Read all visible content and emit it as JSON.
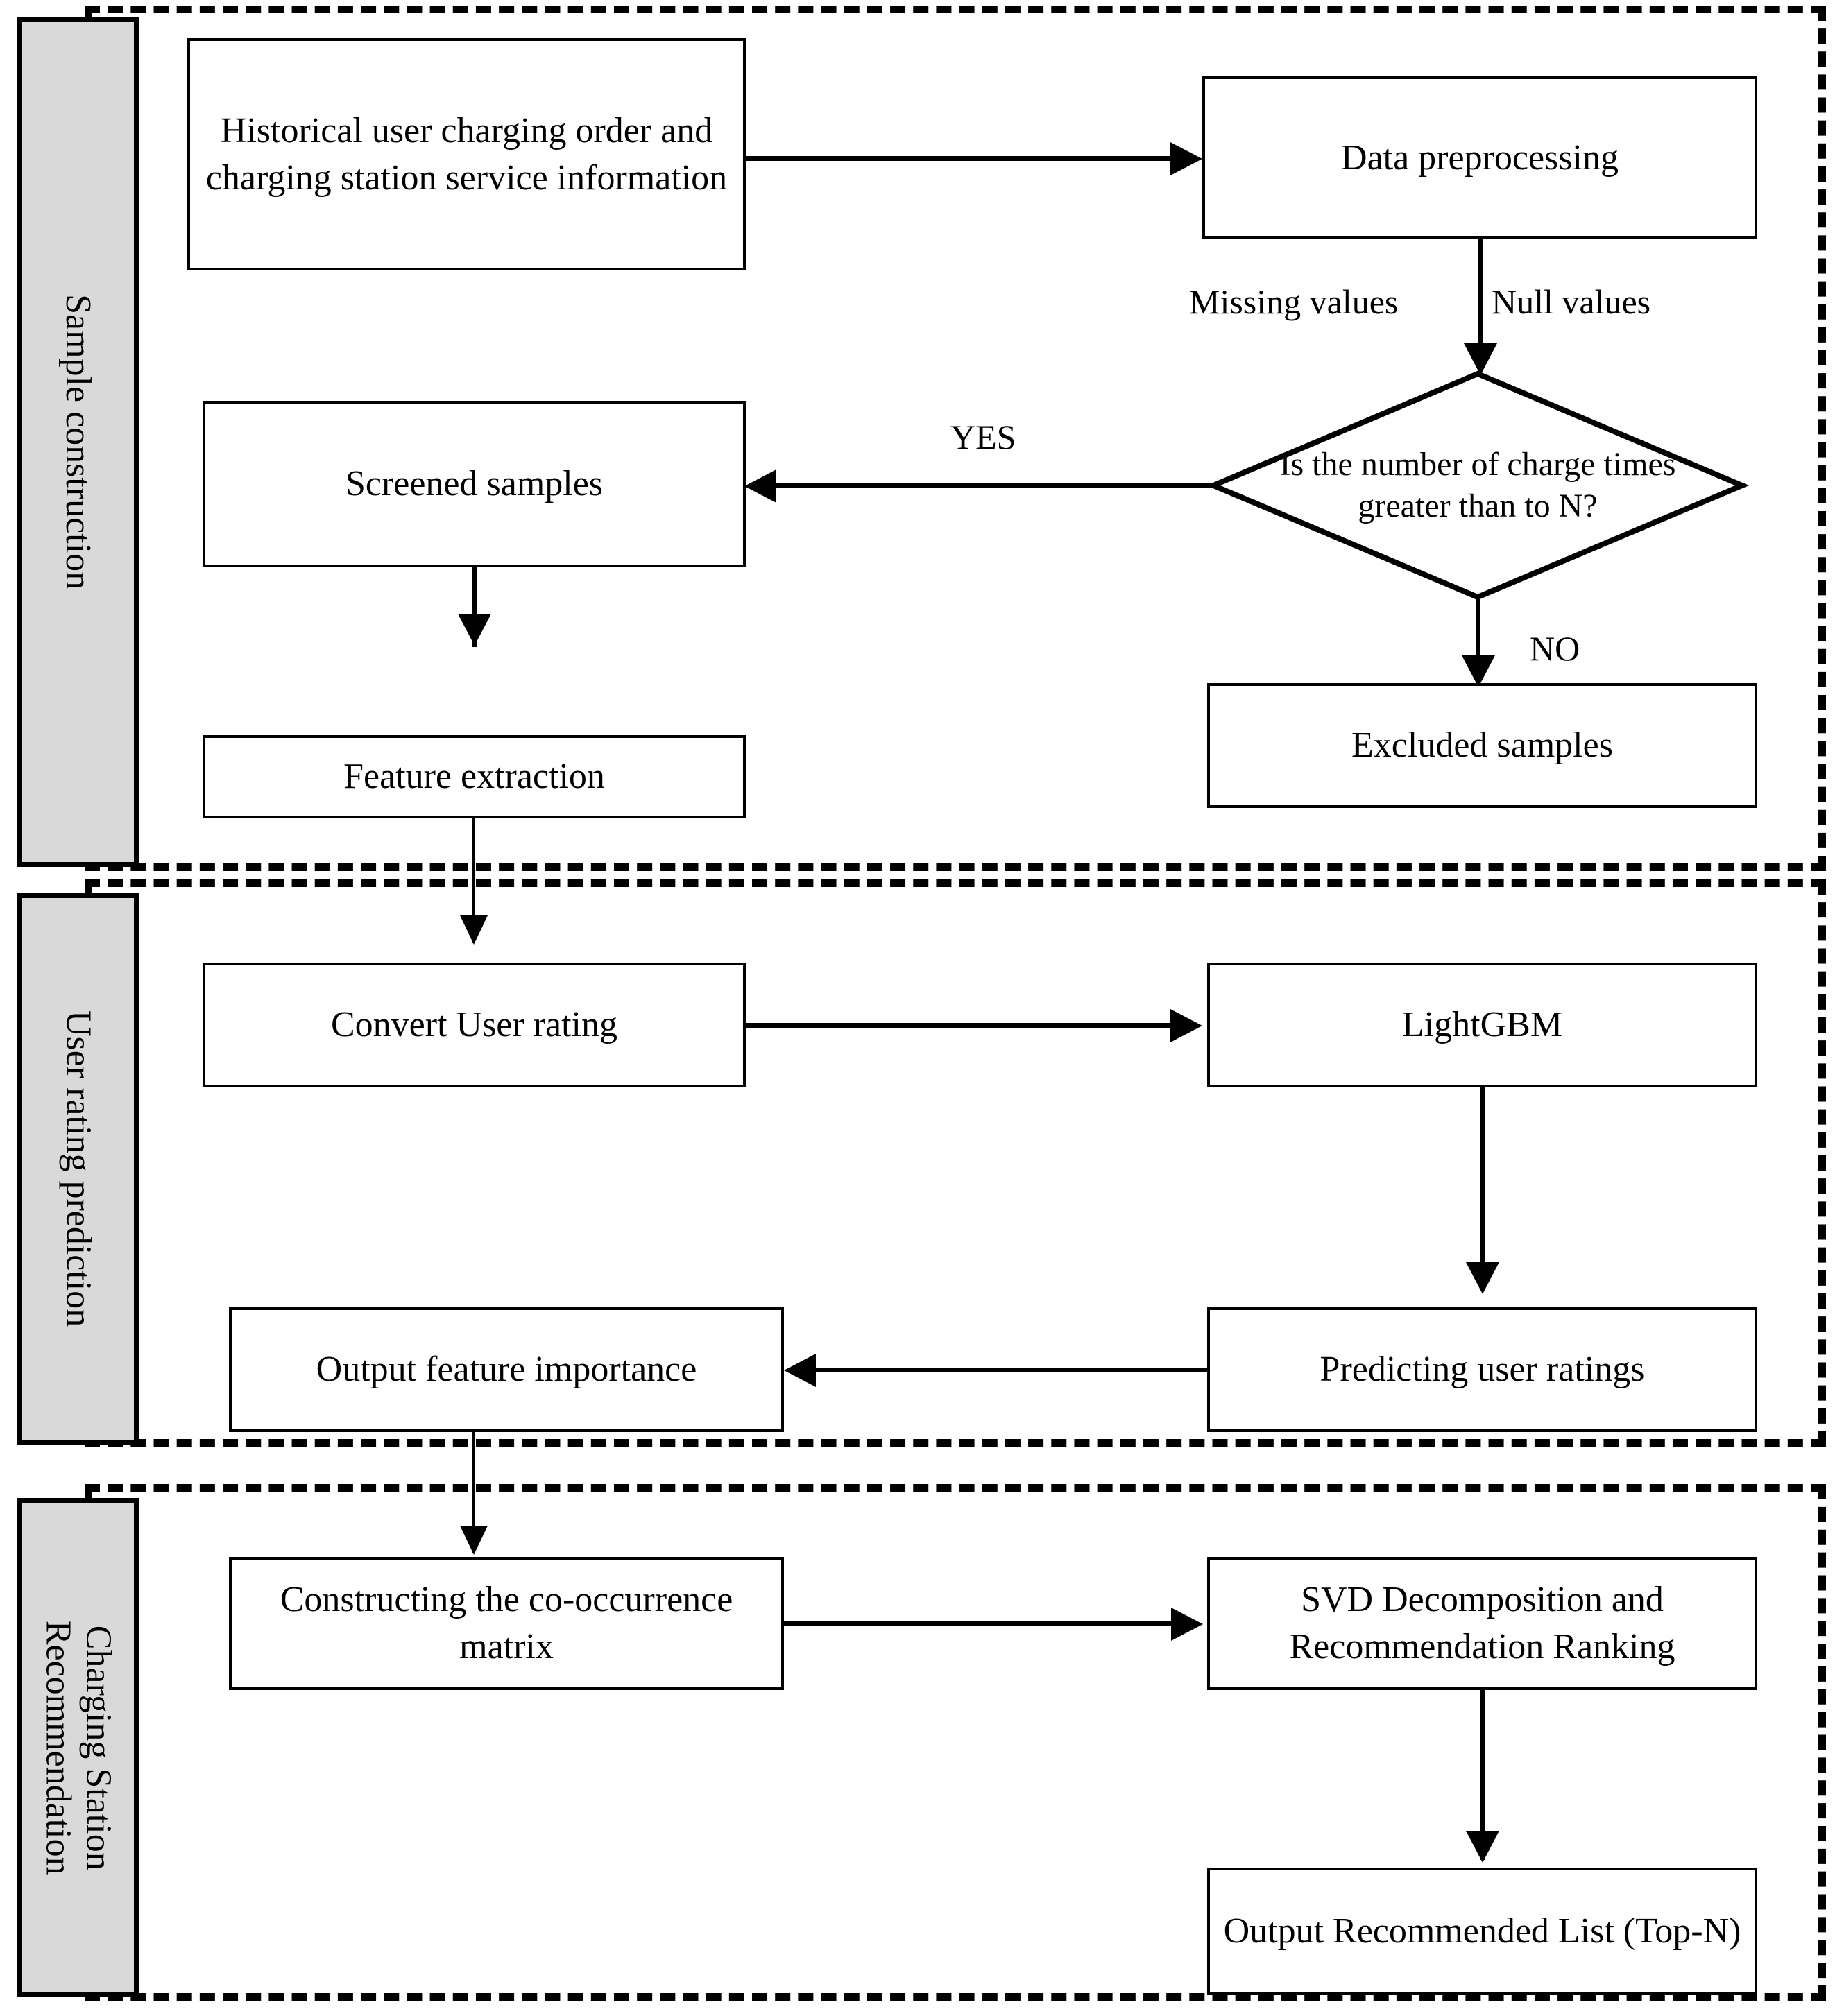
{
  "diagram": {
    "title": "Charging station recommendation pipeline flowchart",
    "colors": {
      "band_fill": "#d9d9d9",
      "stroke": "#000000",
      "node_fill": "#ffffff",
      "background": "#ffffff"
    },
    "stages": [
      {
        "id": "stage-sample-construction",
        "label": "Sample construction"
      },
      {
        "id": "stage-user-rating-prediction",
        "label": "User rating prediction"
      },
      {
        "id": "stage-charging-station-recommendation",
        "label": "Charging Station Recommendation"
      }
    ],
    "nodes": [
      {
        "id": "historical-data",
        "label": "Historical user charging order and charging station service information",
        "shape": "rect"
      },
      {
        "id": "data-preprocessing",
        "label": "Data preprocessing",
        "shape": "rect"
      },
      {
        "id": "charge-times-decision",
        "label": "Is the number of charge times greater than  to N?",
        "shape": "diamond"
      },
      {
        "id": "screened-samples",
        "label": "Screened samples",
        "shape": "rect"
      },
      {
        "id": "excluded-samples",
        "label": "Excluded samples",
        "shape": "rect"
      },
      {
        "id": "feature-extraction",
        "label": "Feature extraction",
        "shape": "rect"
      },
      {
        "id": "convert-user-rating",
        "label": "Convert User rating",
        "shape": "rect"
      },
      {
        "id": "lightgbm",
        "label": "LightGBM",
        "shape": "rect"
      },
      {
        "id": "output-feature-importance",
        "label": "Output feature importance",
        "shape": "rect"
      },
      {
        "id": "predicting-user-ratings",
        "label": "Predicting user ratings",
        "shape": "rect"
      },
      {
        "id": "co-occurrence-matrix",
        "label": "Constructing the co-occurrence matrix",
        "shape": "rect"
      },
      {
        "id": "svd-decomposition",
        "label": "SVD Decomposition and Recommendation Ranking",
        "shape": "rect"
      },
      {
        "id": "output-recommended-list",
        "label": "Output Recommended List (Top-N)",
        "shape": "rect"
      }
    ],
    "edge_labels": {
      "missing_values": "Missing values",
      "null_values": "Null values",
      "yes": "YES",
      "no": "NO"
    }
  }
}
